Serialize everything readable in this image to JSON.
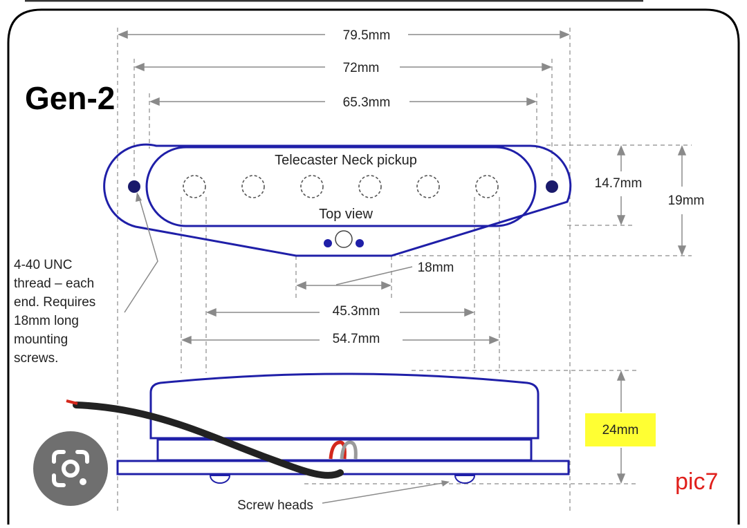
{
  "title": "Gen-2",
  "corner_label": "pic7",
  "colors": {
    "outline": "#1f1fa8",
    "dimension": "#8a8a8a",
    "highlight": "#ffff33",
    "wire_black": "#222222",
    "wire_red": "#d4281c",
    "lens_button": "#6f6f6f",
    "corner_label": "#e0201c"
  },
  "top_view": {
    "name": "Telecaster Neck pickup",
    "view_label": "Top view"
  },
  "dimensions": {
    "overall_length": "79.5mm",
    "hole_spacing": "72mm",
    "body_length": "65.3mm",
    "body_width": "14.7mm",
    "overall_width": "19mm",
    "tab_width": "18mm",
    "inner_pole_span": "45.3mm",
    "outer_pole_span": "54.7mm",
    "height": "24mm"
  },
  "notes": {
    "thread_lines": [
      "4-40 UNC",
      "thread – each",
      "end.  Requires",
      "18mm long",
      "mounting",
      "screws."
    ],
    "screw_heads": "Screw heads"
  },
  "icons": {
    "lens": "lens-icon"
  }
}
